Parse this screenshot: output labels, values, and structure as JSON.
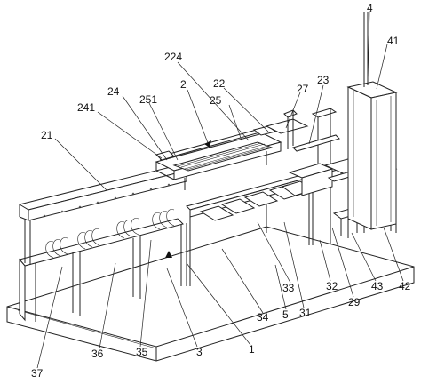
{
  "labels": {
    "l4": "4",
    "l41": "41",
    "l224": "224",
    "l2": "2",
    "l22": "22",
    "l27": "27",
    "l23": "23",
    "l24": "24",
    "l251": "251",
    "l25": "25",
    "l241": "241",
    "l21": "21",
    "l33": "33",
    "l32": "32",
    "l43": "43",
    "l42": "42",
    "l34": "34",
    "l5": "5",
    "l31": "31",
    "l29": "29",
    "l36": "36",
    "l35": "35",
    "l3": "3",
    "l1": "1",
    "l37": "37"
  }
}
